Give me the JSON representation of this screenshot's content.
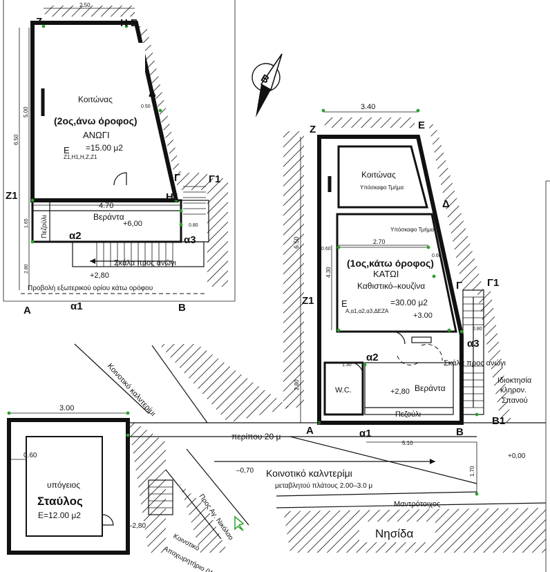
{
  "floor2": {
    "room": "Κοιτώνας",
    "floor_title": "(2ος,άνω όροφος)",
    "floor_sub": "ΑΝΩΓΙ",
    "area_label": "E",
    "area_sub": "Z1,H1,H,Z,Z1",
    "area_value": "=15.00  μ2",
    "veranda": "Βεράντα",
    "veranda_elev": "+6,00",
    "pezouli": "Πεζούλι",
    "stairs": "Σκάλα προς ανώγι",
    "stairs_elev": "+2,80",
    "projection": "Προβολή εξωτερικού ορίου κάτω ορόφου",
    "dim_top": "2.50",
    "dim_side_5": "5.00",
    "dim_side_650": "6.50",
    "dim_side_165": "1.65",
    "dim_side_280": "2.80",
    "dim_050": "0.50",
    "dim_470": "4.70",
    "dim_080": "0.80",
    "pts": {
      "Z": "Z",
      "HE": "H E",
      "D": "Δ",
      "G": "Γ",
      "G1": "Γ1",
      "Z1": "Z1",
      "H1": "H1",
      "a2": "α2",
      "a3": "α3",
      "A": "A",
      "a1": "α1",
      "B": "B"
    }
  },
  "floor1": {
    "room": "Κοιτώνας",
    "room_sub": "Υπόσκαφο Τμήμα",
    "sub2": "Υπόσκαφο Τμήμα",
    "floor_title": "(1ος,κάτω όροφος)",
    "floor_sub": "ΚΑΤΩΙ",
    "kitchen": "Καθιστικό–κουζίνα",
    "area_label": "E",
    "area_sub": "A,α1,α2,α3,ΔΕΖΑ",
    "area_value": "=30.00  μ2",
    "elev": "+3.00",
    "wc": "W.C.",
    "veranda": "Βεράντα",
    "veranda_elev": "+2,80",
    "pezouli": "Πεζούλι",
    "stairs": "Σκάλα προς ανώγι",
    "ownership": [
      "Ιδιοκτησία",
      "κληρον.",
      "Σπανού"
    ],
    "dim_top": "3.40",
    "dim_650": "6.50",
    "dim_430": "4.30",
    "dim_280": "2.80",
    "dim_270": "2.70",
    "dim_060": "0.60",
    "dim_060b": "0.60",
    "dim_080": "0.80",
    "dim_130": "1.30",
    "dim_510": "5.10",
    "dim_170": "1.70",
    "pts": {
      "Z": "Z",
      "E": "E",
      "D": "Δ",
      "G": "Γ",
      "G1": "Γ1",
      "Z1": "Z1",
      "a2": "α2",
      "a3": "α3",
      "A": "A",
      "a1": "α1",
      "B": "B",
      "B1": "B1"
    }
  },
  "site": {
    "road_top": "Κοινοτικό καλντερίμι",
    "approx": "περίπου 20 μ",
    "road_main": "Κοινοτικό καλντερίμι",
    "road_width": "μεταβλητού πλάτους  2.00–3.0 μ",
    "retaining": "Μαντρότοιχος",
    "nisida": "Νησίδα",
    "to_agnikolao": "Προς Αγ. Νικόλαο",
    "wc_public": [
      "Κοινοτικό",
      "Αποχωρητήριο (W.C.)"
    ],
    "elev_m070": "–0,70",
    "elev_000": "+0,00",
    "north": "B"
  },
  "stable": {
    "sub": "υπόγειος",
    "name": "Σταύλος",
    "area": "E=12.00  μ2",
    "dim_300": "3.00",
    "dim_060": "0.60",
    "elev": "–2,80"
  }
}
